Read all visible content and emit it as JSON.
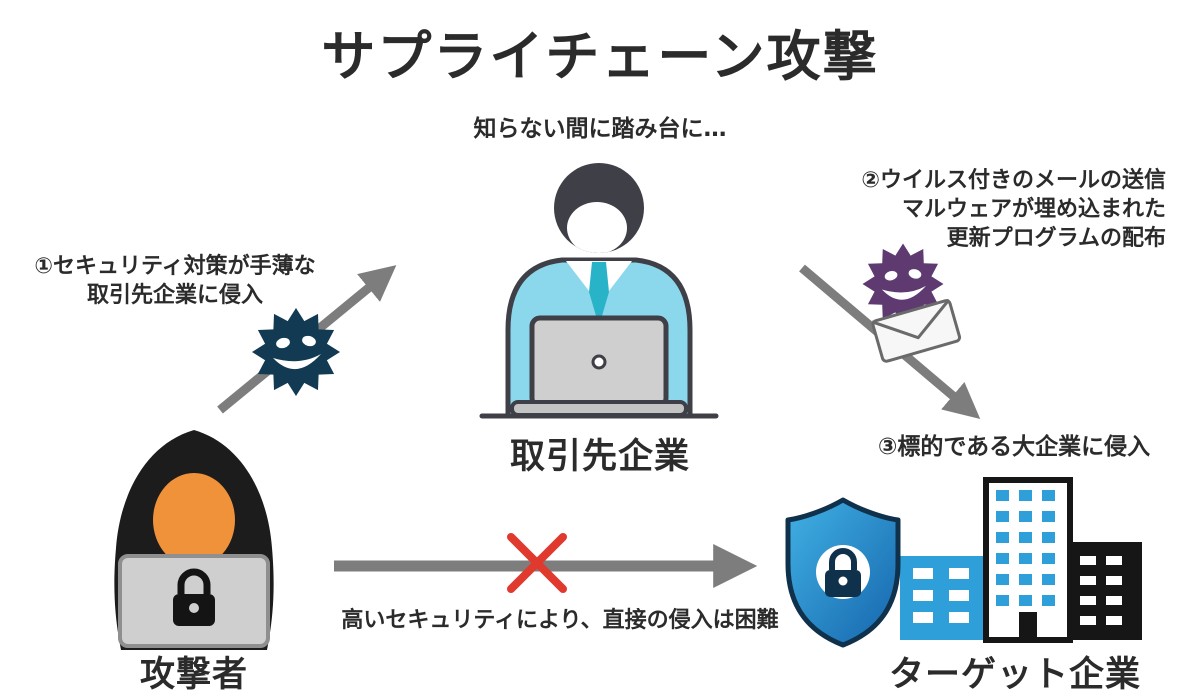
{
  "title": "サプライチェーン攻撃",
  "partner": {
    "caption": "知らない間に踏み台に…",
    "label": "取引先企業"
  },
  "attacker": {
    "label": "攻撃者"
  },
  "target": {
    "label": "ターゲット企業"
  },
  "annotations": {
    "step1": [
      "①セキュリティ対策が手薄な",
      "取引先企業に侵入"
    ],
    "step2": [
      "②ウイルス付きのメールの送信",
      "マルウェアが埋め込まれた",
      "更新プログラムの配布"
    ],
    "step3": "③標的である大企業に侵入",
    "blocked": "高いセキュリティにより、直接の侵入は困難"
  },
  "icons": {
    "virus_dark": "spiky-virus",
    "virus_purple": "spiky-virus",
    "envelope": "mail-envelope",
    "shield": "shield-with-padlock",
    "buildings": "office-buildings",
    "attacker_laptop": "laptop-with-padlock",
    "partner_figure": "person-at-laptop",
    "cross": "red-x-blocked",
    "arrows": "gray-arrow"
  },
  "colors": {
    "arrow": "#7d7d7d",
    "cross": "#e0392e",
    "virus_dark": "#123a52",
    "virus_purple": "#5e3a71",
    "jacket": "#8bd7eb",
    "tie": "#29b3c9",
    "hood": "#1c1c1c",
    "face": "#ef9239",
    "laptop": "#cfcfcf",
    "outline": "#3f3f48",
    "shield_light": "#41b1e4",
    "shield_dark": "#1565ac",
    "shield_border": "#10314b",
    "building_blue": "#2e9fd9",
    "building_dark": "#161616",
    "text": "#2b2b2b"
  }
}
